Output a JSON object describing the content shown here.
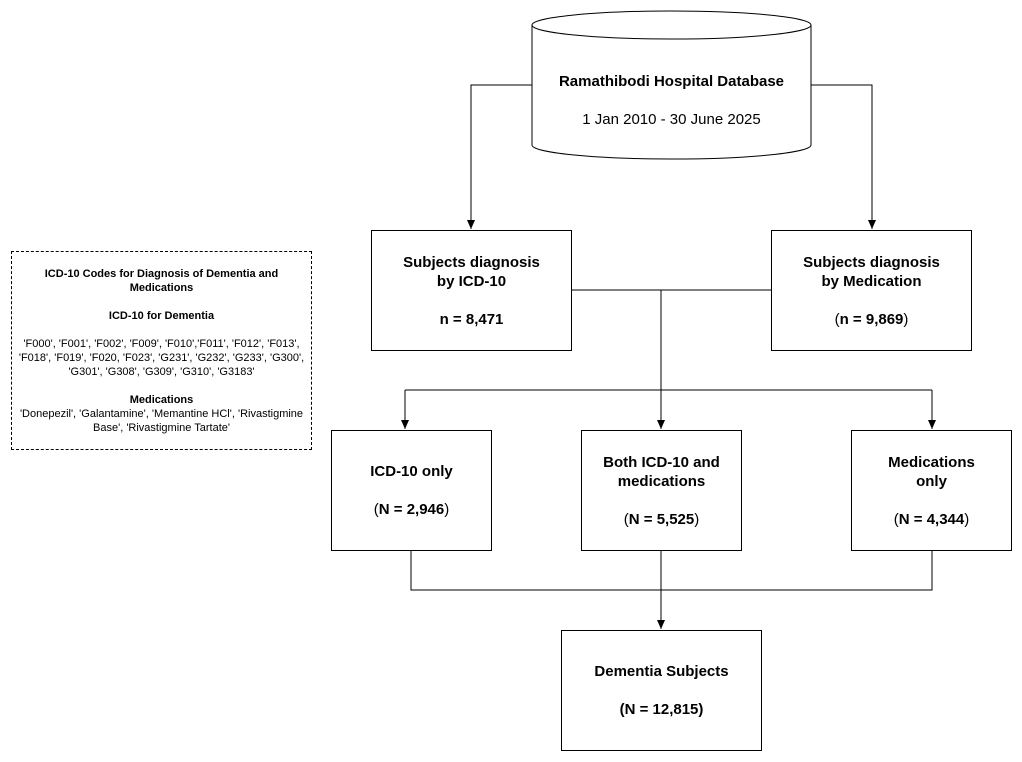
{
  "database": {
    "title": "Ramathibodi Hospital Database",
    "period": "1 Jan 2010 - 30 June 2025"
  },
  "icd_box": {
    "line1": "Subjects diagnosis",
    "line2": "by ICD-10",
    "count": "n = 8,471"
  },
  "med_box": {
    "line1": "Subjects diagnosis",
    "line2": "by Medication",
    "count_open": "(",
    "count": "n = 9,869",
    "count_close": ")"
  },
  "icd_only": {
    "label": "ICD-10 only",
    "open": "(",
    "count": "N = 2,946",
    "close": ")"
  },
  "both": {
    "line1": "Both ICD-10 and",
    "line2": "medications",
    "open": "(",
    "count": "N = 5,525",
    "close": ")"
  },
  "med_only": {
    "line1": "Medications",
    "line2": "only",
    "open": "(",
    "count": "N = 4,344",
    "close": ")"
  },
  "dementia": {
    "label": "Dementia Subjects",
    "count": "(N = 12,815)"
  },
  "legend": {
    "title": "ICD-10 Codes for Diagnosis of Dementia and Medications",
    "icd_heading": "ICD-10 for Dementia",
    "icd_codes": "'F000', 'F001', 'F002', 'F009', 'F010','F011', 'F012', 'F013', 'F018', 'F019', 'F020, 'F023', 'G231', 'G232', 'G233', 'G300', 'G301', 'G308', 'G309', 'G310', 'G3183'",
    "med_heading": "Medications",
    "med_list": "'Donepezil', 'Galantamine', 'Memantine HCl', 'Rivastigmine Base', 'Rivastigmine Tartate'"
  }
}
